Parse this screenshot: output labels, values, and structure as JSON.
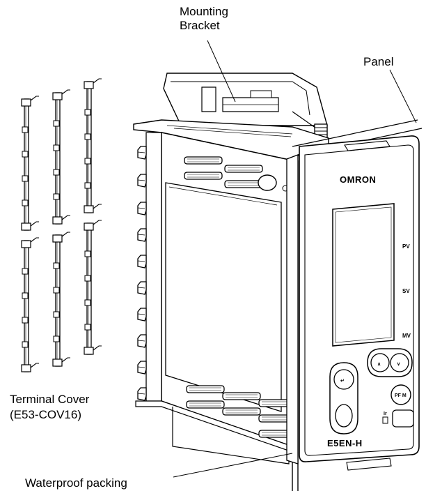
{
  "callouts": {
    "mounting_bracket_line1": "Mounting",
    "mounting_bracket_line2": "Bracket",
    "panel": "Panel",
    "terminal_cover_line1": "Terminal Cover",
    "terminal_cover_line2": "(E53-COV16)",
    "waterproof_packing": "Waterproof packing"
  },
  "front_panel": {
    "brand": "OMRON",
    "indicators": [
      "PV",
      "SV",
      "MV"
    ],
    "model": "E5EN-H",
    "ir_label": "Ir",
    "keys": {
      "left": "↵",
      "up": "∧",
      "down": "∨",
      "mode": "PF M"
    }
  },
  "colors": {
    "line": "#000000",
    "fill": "#ffffff"
  }
}
